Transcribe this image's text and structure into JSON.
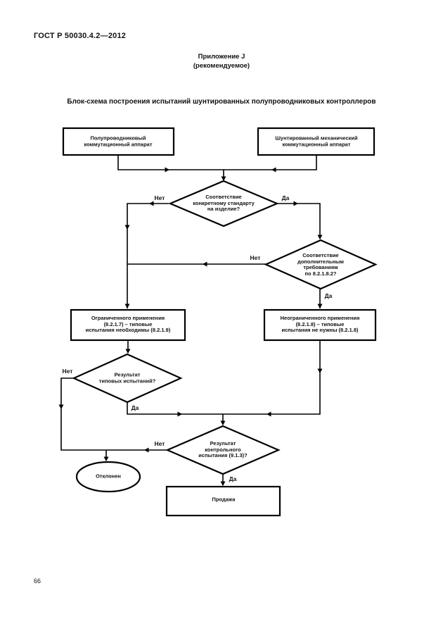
{
  "document": {
    "standard_number": "ГОСТ Р 50030.4.2—2012",
    "annex_label": "Приложение J",
    "annex_type": "(рекомендуемое)",
    "figure_title": "Блок-схема построения испытаний шунтированных полупроводниковых контроллеров",
    "page_number": "66"
  },
  "flowchart": {
    "labels": {
      "yes": "Да",
      "no": "Нет"
    },
    "nodes": {
      "start_left": "Полупроводниковый\nкоммутационный аппарат",
      "start_right": "Шунтированный механический\nкоммутационный аппарат",
      "decision_product_standard": "Соответствие\nконкретному стандарту\nна изделие?",
      "decision_additional_requirements": "Соответствие\nдополнительным\nтребованиям\nпо 8.2.1.8.2?",
      "limited_use": "Ограниченного применения\n(8.2.1.7) – типовые\nиспытания необходимы (8.2.1.9)",
      "unlimited_use": "Неограниченного применения\n(8.2.1.8) – типовые\nиспытания не нужны (8.2.1.8)",
      "decision_type_tests": "Результат\nтиповых испытаний?",
      "decision_control_test": "Результат\nконтрольного\nиспытания (9.1.3)?",
      "rejected": "Отклонен",
      "sale": "Продажа"
    }
  }
}
